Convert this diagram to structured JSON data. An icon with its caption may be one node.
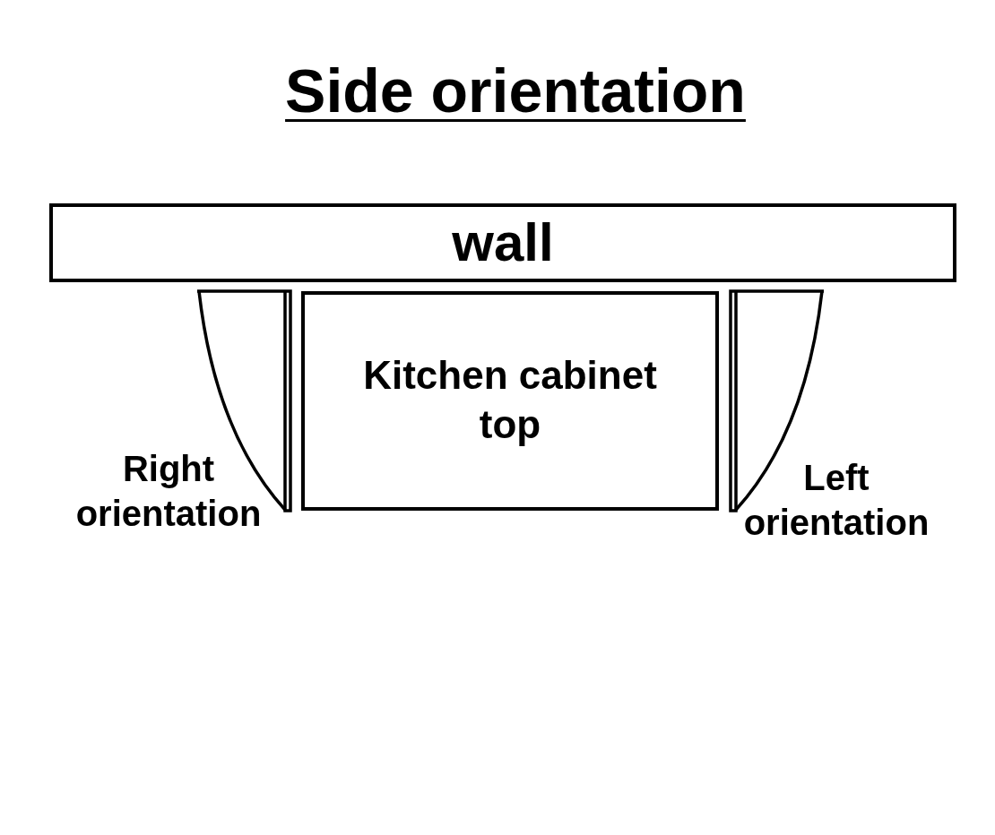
{
  "diagram": {
    "title": "Side orientation",
    "nodes": [
      {
        "text": [
          "wall"
        ]
      },
      {
        "text": [],
        "shape": "door",
        "beside": [
          "Right orientation"
        ]
      },
      {
        "text": [
          "Kitchen cabinet top"
        ]
      },
      {
        "text": [],
        "shape": "door",
        "beside": [
          "Left orientation"
        ]
      }
    ]
  }
}
